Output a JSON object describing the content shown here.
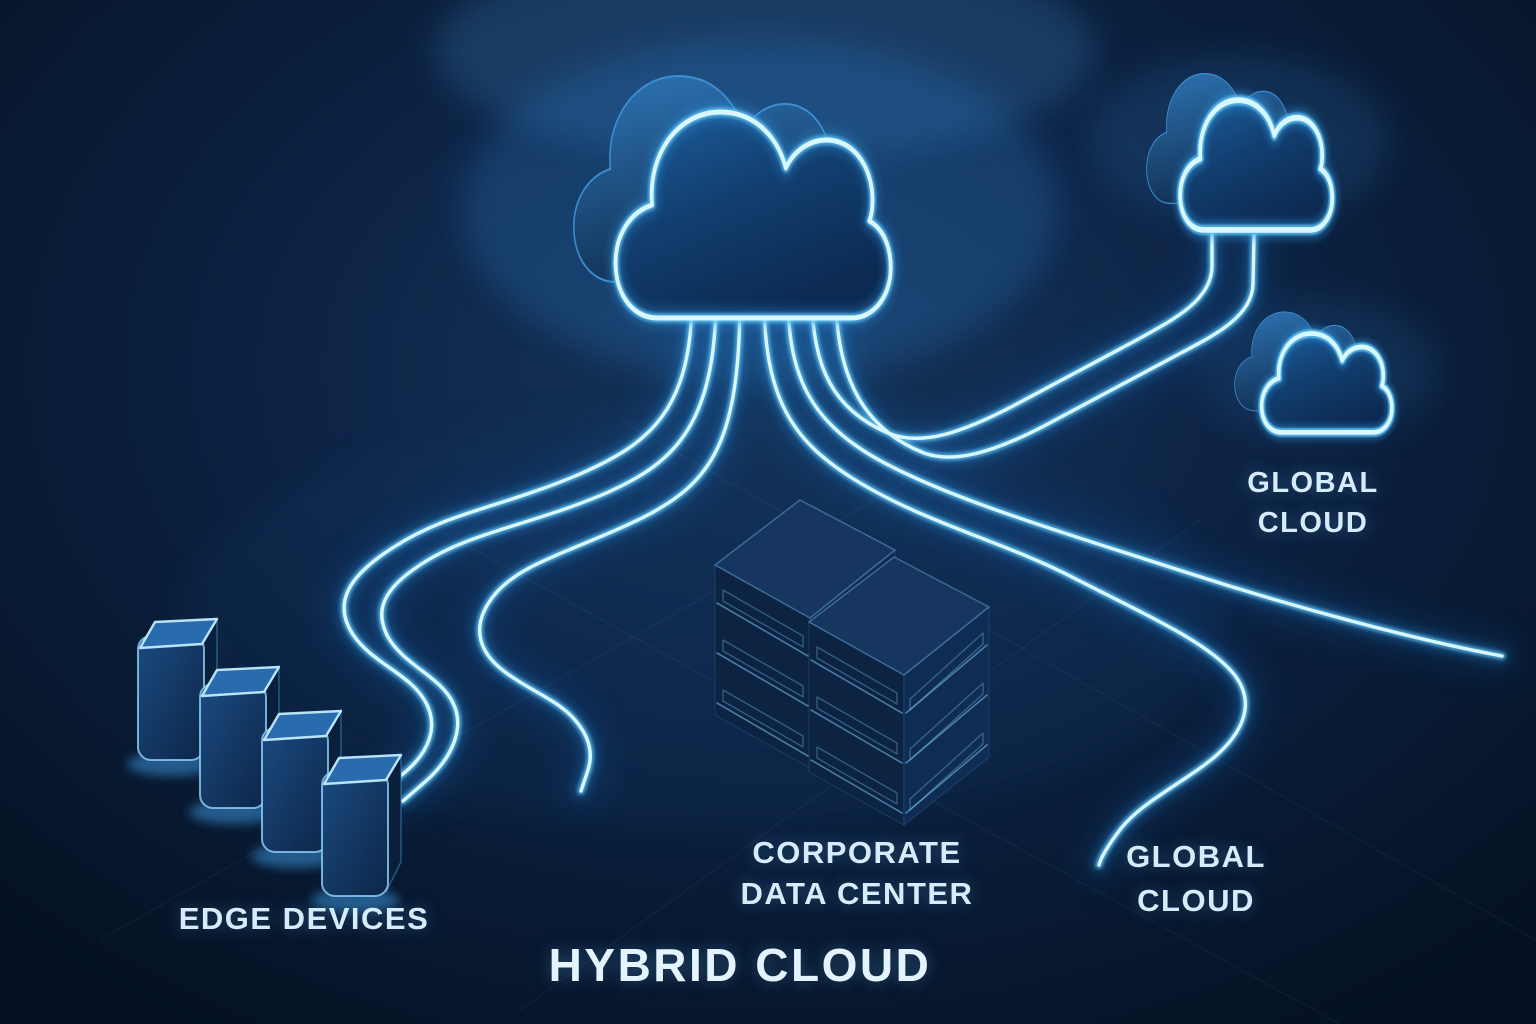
{
  "title": "HYBRID CLOUD",
  "labels": {
    "edge_devices": "EDGE DEVICES",
    "corporate_data_center": [
      "CORPORATE",
      "DATA CENTER"
    ],
    "global_cloud_right": [
      "GLOBAL",
      "CLOUD"
    ],
    "global_cloud_bottom": [
      "GLOBAL",
      "CLOUD"
    ]
  },
  "diagram": {
    "style": "dark isometric 3D render with glowing neon connection lines",
    "nodes": [
      {
        "id": "hybrid-cloud",
        "shape": "large neon cloud",
        "position": "top-center"
      },
      {
        "id": "global-cloud-top-right",
        "shape": "small neon cloud",
        "position": "top-right"
      },
      {
        "id": "global-cloud-right",
        "shape": "small neon cloud",
        "position": "mid-right",
        "label": "GLOBAL CLOUD"
      },
      {
        "id": "corporate-data-center",
        "shape": "two dark server stacks",
        "position": "center",
        "label": "CORPORATE DATA CENTER"
      },
      {
        "id": "edge-devices",
        "shape": "row of 4 glowing boxes",
        "count": 4,
        "position": "bottom-left",
        "label": "EDGE DEVICES"
      }
    ],
    "connections": [
      {
        "from": "hybrid-cloud",
        "to": "edge-devices",
        "lines": 2
      },
      {
        "from": "hybrid-cloud",
        "to": "floor-left-of-data-center",
        "lines": 1
      },
      {
        "from": "hybrid-cloud",
        "to": "global-cloud-top-right",
        "lines": 2
      },
      {
        "from": "hybrid-cloud",
        "to": "global-cloud-bottom-label",
        "lines": 1
      },
      {
        "from": "hybrid-cloud",
        "to": "right-edge-of-scene",
        "lines": 1
      }
    ]
  },
  "colors": {
    "background_center": "#153459",
    "background_edge": "#051122",
    "neon_core": "#d8f7ff",
    "neon_mid": "#5ec4f6",
    "neon_glow": "#1c78c8",
    "cloud_face": "#12416f",
    "server_body": "#0c2342",
    "text": "#d7ecfa"
  }
}
